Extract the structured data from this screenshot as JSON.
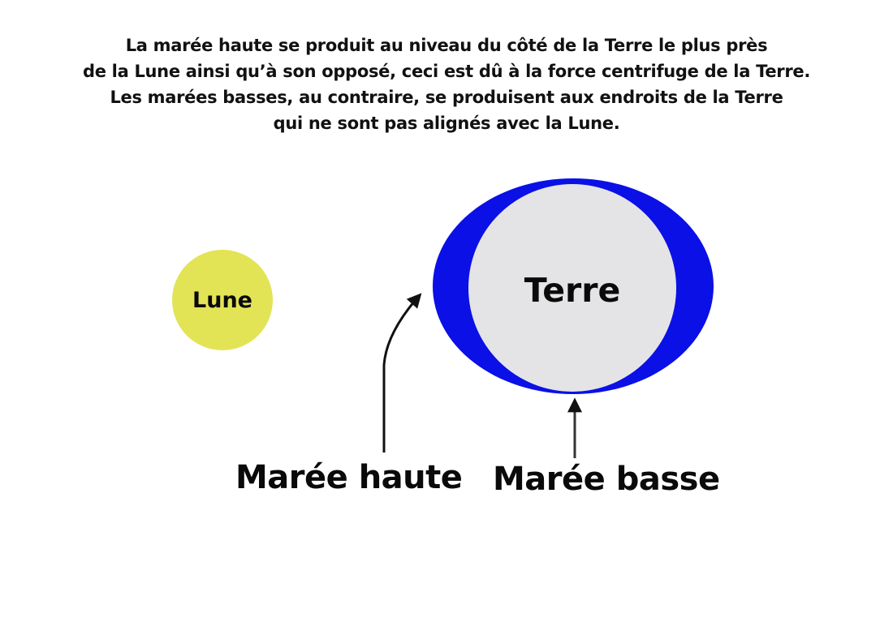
{
  "caption": {
    "lines": [
      "La marée haute se produit au niveau du côté de la Terre le plus près",
      "de la Lune ainsi qu’à son opposé, ceci est dû à la force centrifuge de la Terre.",
      "Les marées basses, au contraire, se produisent aux endroits de la Terre",
      "qui ne sont pas alignés avec la Lune."
    ]
  },
  "bodies": {
    "moon": {
      "label": "Lune",
      "color": "#e3e356"
    },
    "earth": {
      "label": "Terre",
      "color": "#e4e4e6",
      "tide_bulge_color": "#0a10e6"
    }
  },
  "annotations": {
    "high_tide": {
      "label": "Marée haute",
      "arrow_color": "#111111"
    },
    "low_tide": {
      "label": "Marée basse",
      "arrow_color": "#333333"
    }
  }
}
